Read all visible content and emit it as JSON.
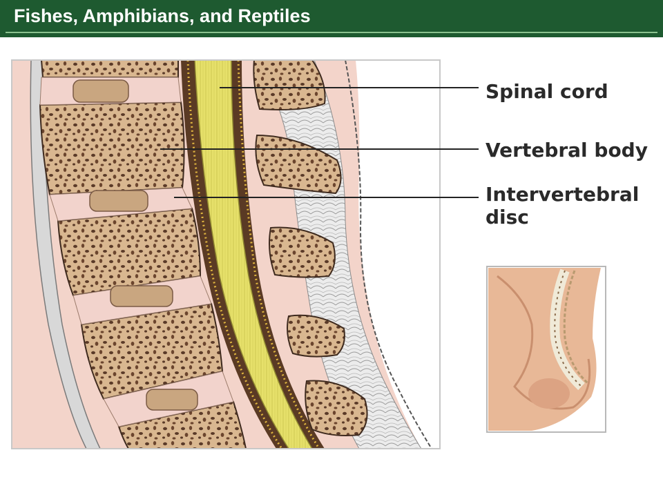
{
  "header": {
    "title": "Fishes, Amphibians, and Reptiles"
  },
  "labels": {
    "spinal_cord": "Spinal cord",
    "vertebral_body": "Vertebral body",
    "intervertebral_disc_line1": "Intervertebral",
    "intervertebral_disc_line2": "disc"
  },
  "colors": {
    "header_bg": "#1e5a30",
    "header_rule": "#8bc28f",
    "bone": "#d9b790",
    "bone_pore": "#5a3a28",
    "disc": "#c9a680",
    "disc_pad": "#f2d3cc",
    "spinal_cord": "#e6e06a",
    "tissue": "#f3d4ca",
    "ligament": "#c9c9c9"
  }
}
